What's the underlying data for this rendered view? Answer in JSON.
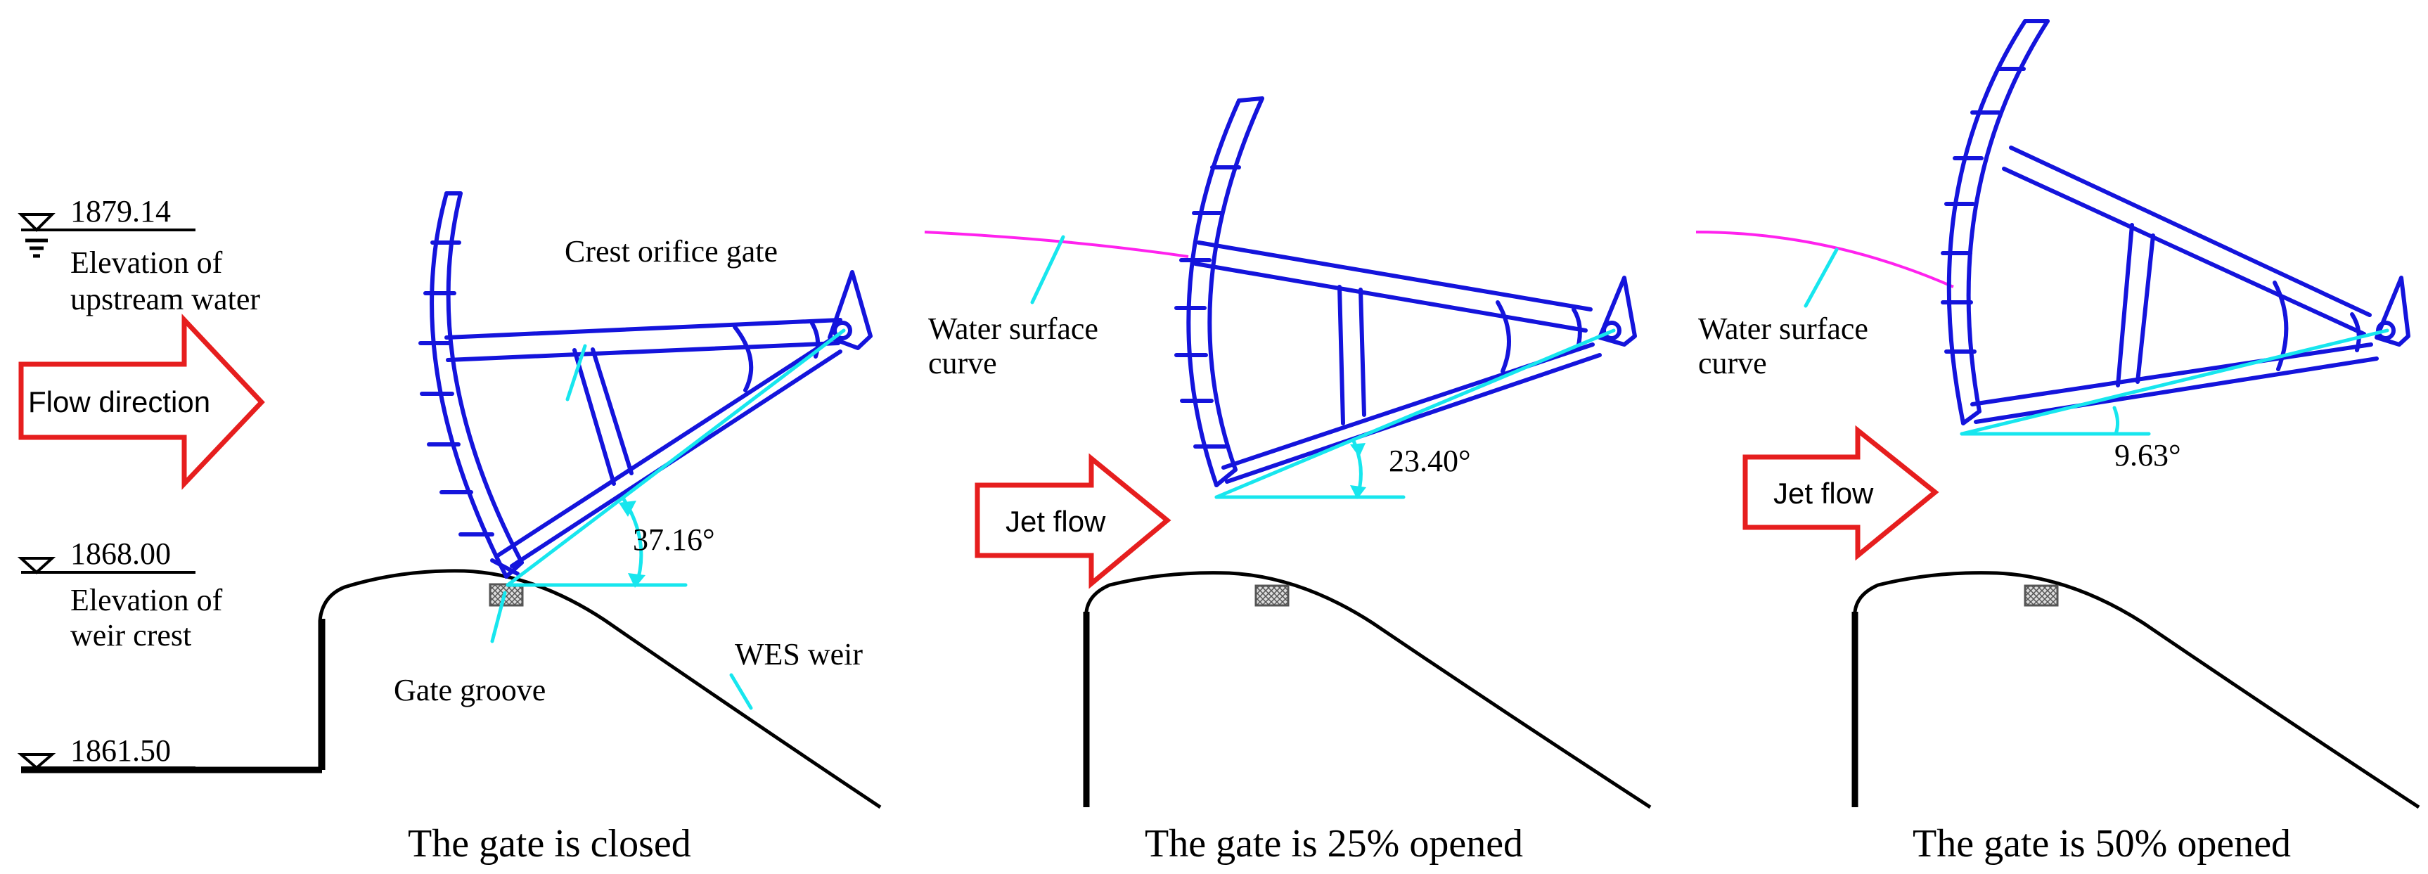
{
  "elevations": {
    "upstream": {
      "value": "1879.14",
      "label_line1": "Elevation of",
      "label_line2": "upstream water"
    },
    "crest": {
      "value": "1868.00",
      "label_line1": "Elevation of",
      "label_line2": "weir crest"
    },
    "bottom": {
      "value": "1861.50"
    }
  },
  "arrows": {
    "flow_direction": "Flow direction",
    "jet_flow": "Jet flow"
  },
  "annotations": {
    "crest_orifice_gate": "Crest orifice gate",
    "gate_groove": "Gate groove",
    "wes_weir": "WES weir",
    "water_surface_line1": "Water surface",
    "water_surface_line2": "curve"
  },
  "panels": [
    {
      "caption": "The gate is closed",
      "opening_percent": 0,
      "angle_label": "37.16°",
      "angle_deg": 37.16
    },
    {
      "caption": "The gate is 25% opened",
      "opening_percent": 25,
      "angle_label": "23.40°",
      "angle_deg": 23.4
    },
    {
      "caption": "The gate is 50% opened",
      "opening_percent": 50,
      "angle_label": "9.63°",
      "angle_deg": 9.63
    }
  ],
  "colors": {
    "gate": "#1414dc",
    "guide_line": "#17e6ee",
    "water_surface": "#ff22ee",
    "arrow_outline": "#e61e1e"
  }
}
